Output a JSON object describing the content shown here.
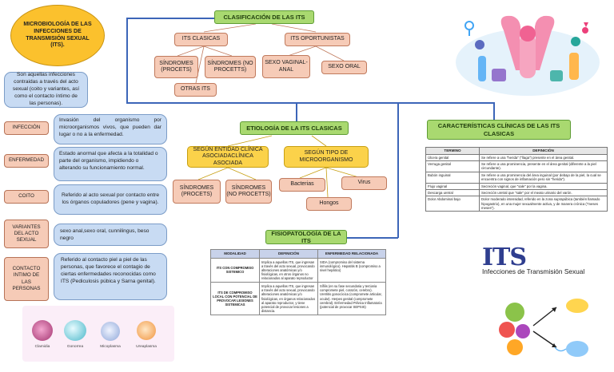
{
  "title": "MICROBIOLOGÍA DE LAS INFECCIONES DE TRANSMISIÓN SEXUAL (ITS).",
  "intro": "Son aquellas infecciones contraidas a través del acto sexual (coito y variantes, así como el contacto íntimo de las personas).",
  "definitions": [
    {
      "term": "INFECCIÓN",
      "text": "Invasión del organismo por microorganismos vivos, que pueden dar lugar o no a la enfermedad."
    },
    {
      "term": "ENFERMEDAD",
      "text": "Estado anormal que afecta a la totalidad o parte del organismo, impidiendo o alterando su funcionamiento normal."
    },
    {
      "term": "COITO",
      "text": "Referido al acto sexual por contacto entre los órganos copuladores (pene y vagina)."
    },
    {
      "term": "VARIANTES DEL ACTO SEXUAL",
      "text": "sexo anal,sexo oral, cunnilingus, beso negro"
    },
    {
      "term": "CONTACTO INTIMO DE LAS PERSONAS",
      "text": "Referido al contacto piel a piel de las personas, que favorece el contagio de ciertas enfermedades reconocidas como ITS (Pediculosis púbica y Sarna genital)."
    }
  ],
  "microbes": [
    "Clamidia",
    "Gonorrea",
    "Micoplasma",
    "Ureaplasma"
  ],
  "classification": {
    "header": "CLASIFICACIÓN DE LAS ITS",
    "clasicas": "ITS CLASICAS",
    "oportunistas": "ITS OPORTUNISTAS",
    "sindromes_procets": "SÍNDROMES (PROCETS)",
    "sindromes_no_procetts": "SÍNDROMES (NO PROCETTS)",
    "otras": "OTRAS ITS",
    "sexo_vaginal_anal": "SEXO VAGINAL-ANAL",
    "sexo_oral": "SEXO ORAL"
  },
  "etiology": {
    "header": "ETIOLOGÍA DE LA ITS CLASICAS",
    "entidad": "SEGÚN ENTIDAD CLÍNICA ASOCIADACLÍNICA ASOCIADA",
    "tipo": "SEGÚN TIPO DE MICROORGANISMO",
    "sindromes_procets": "SÍNDROMES (PROCETS)",
    "sindromes_no_procetts": "SÍNDROMES (NO PROCETTS)",
    "bacterias": "Bacterias",
    "virus": "Virus",
    "hongos": "Hongos"
  },
  "characteristics": {
    "header": "CARACTERÍSTICAS CLÍNICAS DE LAS ITS CLASICAS",
    "columns": [
      "TERMINO",
      "DEFINICIÓN"
    ],
    "rows": [
      [
        "Úlcera genital",
        "Se refiere a una \"herida\" (\"llaga\") presente en el área genital."
      ],
      [
        "Verruga genital",
        "Se refiere a una prominencia, presente en el área genital (diferente a la piel circundante)."
      ],
      [
        "Bubón inguinal",
        "Se refiere a una prominencia del área inguinal (por debajo de la piel, la cual se encuentra con signos de inflamación pero sin \"herida\")."
      ],
      [
        "Flujo vaginal",
        "Secreción vaginal, que \"sale\" por la vagina."
      ],
      [
        "Descarga uretral",
        "Secreción uretral que \"sale\" por el meato urinario del varón."
      ],
      [
        "Dolor Abdominal bajo",
        "Dolor moderado intensidad, referido en la zona suprapúbica (también llamado hipogastrio), en una mujer sexualmente activa, y de manera crónica (\"meses meses\")."
      ]
    ]
  },
  "physiopathology": {
    "header": "FISIOPATOLOGÍA DE LA ITS",
    "columns": [
      "MODALIDAD",
      "DEFINICIÓN",
      "ENFERMEDAD RELACIONADA"
    ],
    "rows": [
      [
        "ITS CON COMPROMISO SISTEMICO",
        "Implica a aquellas ITS, que ingresan a través del acto sexual, provocando alteraciones anatómicas y/o fisiológicas, en otros órganos no relacionados al aparato reproductor",
        "SIDA (compromiso del sistema inmunológico). Hepatitis B (compromiso a nivel hepático)"
      ],
      [
        "ITS DE COMPROMISO LOCAL CON POTENCIAL DE PROVOCAR LESIONES SISTEMICAS",
        "Implica a aquellas ITS, que ingresan a través del acto sexual, provocando alteraciones anatómicas y/o fisiológicas, en órganos relacionados al aparato reproductor, y tiene potencial de provocar lesiones a distancia.",
        "Sífilis (en su fase secundaria y terciaria compromete piel, corazón, cerebro). Uretritis gonocócica (compromete articular, ocular). Herpes genital (compromete cerebral). Enfermedad Pélvica Inflamatoria (potencial de provocar SEPSIS)"
      ]
    ]
  },
  "brand": {
    "logo": "ITS",
    "subtitle": "Infecciones de Transmisión Sexual"
  }
}
